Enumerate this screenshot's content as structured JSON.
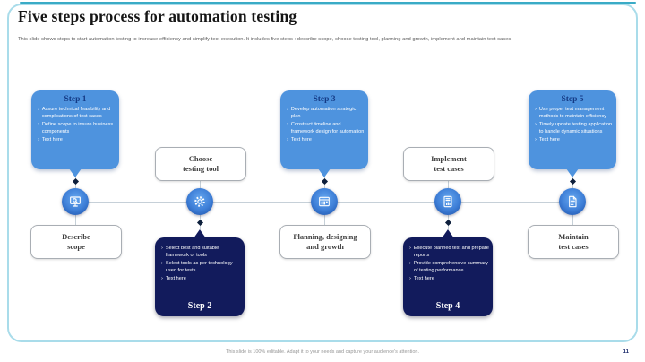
{
  "slide": {
    "title": "Five steps process for automation testing",
    "subtitle": "This slide shows steps to start automation testing to increase efficiency and simplify test execution. It includes five steps : describe scope, choose testing tool, planning and growth, implement and maintain test cases",
    "footer": "This slide is 100% editable. Adapt it to your needs and capture your audience's attention.",
    "page_number": "11"
  },
  "ui": {
    "bullet_marker": "›"
  },
  "colors": {
    "callout_light_blue": "#4E93DE",
    "callout_navy": "#121B5C",
    "step_title_navy": "#143A85",
    "icon_circle_inner": "#66A7EF",
    "icon_circle_outer": "#1B4EA6",
    "connector_gray": "#C6D0D8",
    "frame_teal": "#A9DCEA",
    "frame_accent_teal": "#3AABC6"
  },
  "steps": [
    {
      "title": "Step 1",
      "icon": "search-monitor-icon",
      "label_lines": [
        "Describe",
        "scope"
      ],
      "bullets": [
        "Assure technical feasibility and complications of test cases",
        "Define scope to insure business components",
        "Text here"
      ]
    },
    {
      "title": "Step 2",
      "icon": "gear-icon",
      "label_lines": [
        "Choose",
        "testing tool"
      ],
      "bullets": [
        "Select best and suitable framework or tools",
        "Select tools as per technology used for tests",
        "Text here"
      ]
    },
    {
      "title": "Step 3",
      "icon": "planning-calendar-icon",
      "label_lines": [
        "Planning, designing",
        "and growth"
      ],
      "bullets": [
        "Develop automation strategic plan",
        "Construct timeline and framework design for automation",
        "Text here"
      ]
    },
    {
      "title": "Step 4",
      "icon": "report-chart-icon",
      "label_lines": [
        "Implement",
        "test cases"
      ],
      "bullets": [
        "Execute planned test and prepare reports",
        "Provide comprehensive summary of testing performance",
        "Text here"
      ]
    },
    {
      "title": "Step 5",
      "icon": "document-icon",
      "label_lines": [
        "Maintain",
        "test cases"
      ],
      "bullets": [
        "Use proper test management methods to maintain efficiency",
        "Timely update testing application to handle dynamic situations",
        "Text here"
      ]
    }
  ]
}
